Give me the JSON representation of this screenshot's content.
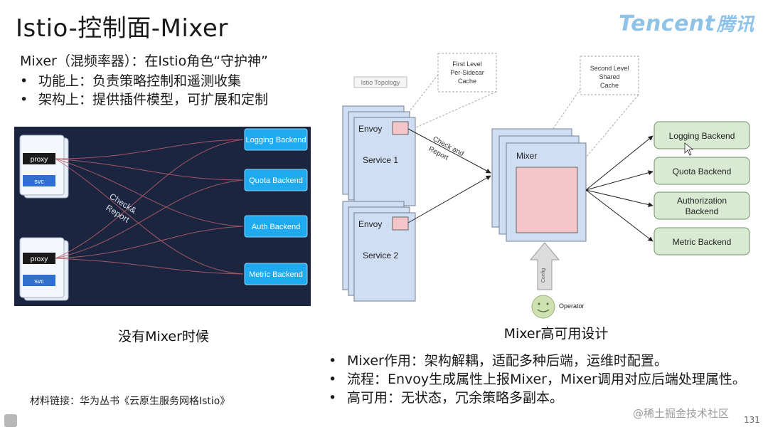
{
  "slide": {
    "title": "Istio-控制面-Mixer",
    "intro": "Mixer（混频率器）：在Istio角色“守护神”",
    "bullet": "•",
    "bullets": [
      "功能上：负责策略控制和遥测收集",
      "架构上：提供插件模型，可扩展和定制"
    ],
    "logo_en": "Tencent",
    "logo_cn": "腾讯",
    "left_caption": "没有Mixer时候",
    "right_caption": "Mixer高可用设计",
    "summary": [
      "Mixer作用：架构解耦，适配多种后端，运维时配置。",
      "流程：Envoy生成属性上报Mixer，Mixer调用对应后端处理属性。",
      "高可用：无状态，冗余策略多副本。"
    ],
    "footnote": "材料链接：华为丛书《云原生服务网格Istio》",
    "watermark": "@稀土掘金技术社区",
    "page_number": "131"
  },
  "left_diagram": {
    "proxy_label": "proxy",
    "svc_label": "svc",
    "check_report": [
      "Check&",
      "Report"
    ],
    "backends": [
      "Logging Backend",
      "Quota Backend",
      "Auth Backend",
      "Metric Backend"
    ]
  },
  "right_diagram": {
    "topology_label": "Istio Topology",
    "first_cache": [
      "First Level",
      "Per-Sidecar",
      "Cache"
    ],
    "second_cache": [
      "Second Level",
      "Shared",
      "Cache"
    ],
    "envoy_label": "Envoy",
    "service1": "Service 1",
    "service2": "Service 2",
    "check_report": [
      "Check and",
      "Report"
    ],
    "mixer_label": "Mixer",
    "config_label": "Config",
    "operator_label": "Operator",
    "backends": [
      "Logging Backend",
      "Quota Backend",
      "Authorization",
      "Backend",
      "Metric Backend"
    ]
  },
  "colors": {
    "left_bg": "#1c2540",
    "left_backend": "#1fa9ee",
    "right_box_blue": "#cfdef3",
    "envoy_cache": "#f4c6c9",
    "backend_green": "#d9ead3",
    "logo": "#8ec2e6"
  }
}
